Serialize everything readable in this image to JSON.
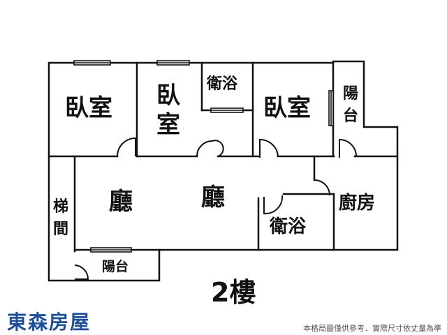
{
  "rooms": {
    "bedroom1": "臥室",
    "bedroom2_line1": "臥",
    "bedroom2_line2": "室",
    "bathroom_top": "衛浴",
    "bedroom3": "臥室",
    "balcony_top_line1": "陽",
    "balcony_top_line2": "台",
    "living1": "廳",
    "living2": "廳",
    "kitchen": "廚房",
    "bathroom_bottom": "衛浴",
    "stairs_line1": "梯",
    "stairs_line2": "間",
    "balcony_bottom": "陽台"
  },
  "floor_label": "2樓",
  "brand": "東森房屋",
  "disclaimer": "本格局圖僅供參考．實際尺寸依丈量為準",
  "colors": {
    "wall": "#111111",
    "brand": "#1f4f9a"
  }
}
